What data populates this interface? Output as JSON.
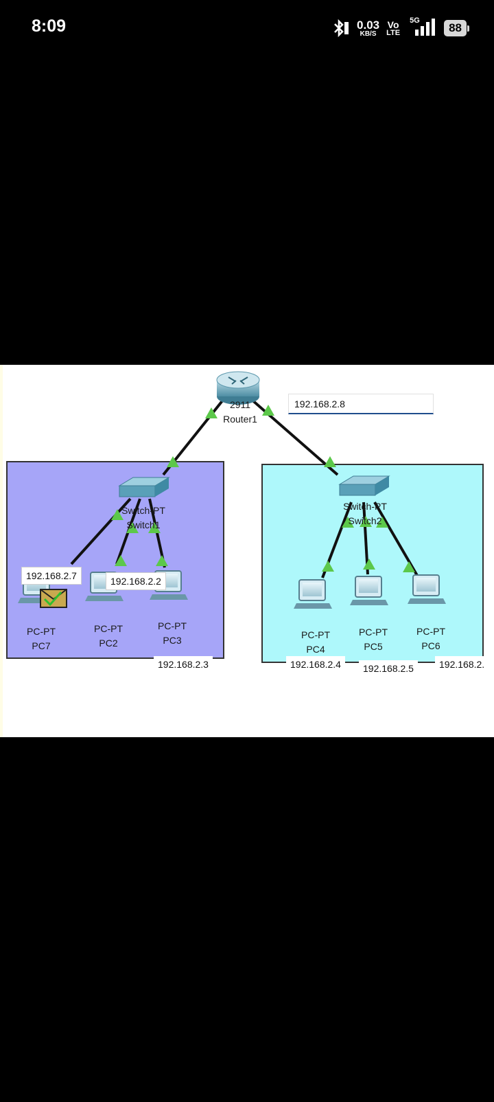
{
  "status_bar": {
    "time": "8:09",
    "speed_value": "0.03",
    "speed_unit": "KB/S",
    "volte_top": "Vo",
    "volte_bottom": "LTE",
    "network": "5G",
    "battery": "88",
    "icons": [
      "bluetooth-icon",
      "signal-icon",
      "battery-icon"
    ]
  },
  "topology": {
    "router": {
      "model": "2911",
      "name": "Router1",
      "ip": "192.168.2.8"
    },
    "switches": [
      {
        "model": "Switch-PT",
        "name": "Switch1"
      },
      {
        "model": "Switch-PT",
        "name": "Switch2"
      }
    ],
    "pcs": [
      {
        "model": "PC-PT",
        "name": "PC7",
        "ip": "192.168.2.7"
      },
      {
        "model": "PC-PT",
        "name": "PC2",
        "ip": "192.168.2.2"
      },
      {
        "model": "PC-PT",
        "name": "PC3",
        "ip": "192.168.2.3"
      },
      {
        "model": "PC-PT",
        "name": "PC4",
        "ip": "192.168.2.4"
      },
      {
        "model": "PC-PT",
        "name": "PC5",
        "ip": "192.168.2.5"
      },
      {
        "model": "PC-PT",
        "name": "PC6",
        "ip": "192.168.2."
      }
    ],
    "colors": {
      "left_area": "#a6a5f8",
      "right_area": "#aef8fb",
      "link_up": "#5cc84a",
      "cable": "#111111"
    }
  }
}
